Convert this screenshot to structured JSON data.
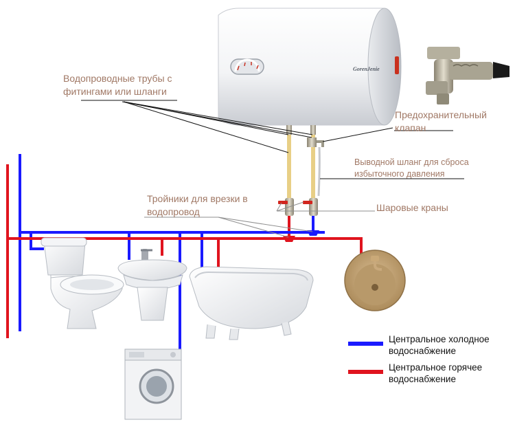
{
  "labels": {
    "pipes": "Водопроводные трубы с фитингами или шланги",
    "safety_valve": "Предохранительный клапан",
    "drain_hose": "Выводной шланг для сброса избыточного давления",
    "tees": "Тройники для врезки в водопровод",
    "ball_valves": "Шаровые краны"
  },
  "heater_brand": "GorenJenie",
  "legend": [
    {
      "text": "Центральное холодное водоснабжение",
      "color": "#1a1aff"
    },
    {
      "text": "Центральное горячее водоснабжение",
      "color": "#e0141e"
    }
  ],
  "colors": {
    "cold": "#1a1aff",
    "hot": "#e0141e",
    "label": "#a07865",
    "pipe_flex": "#e8cf86"
  }
}
